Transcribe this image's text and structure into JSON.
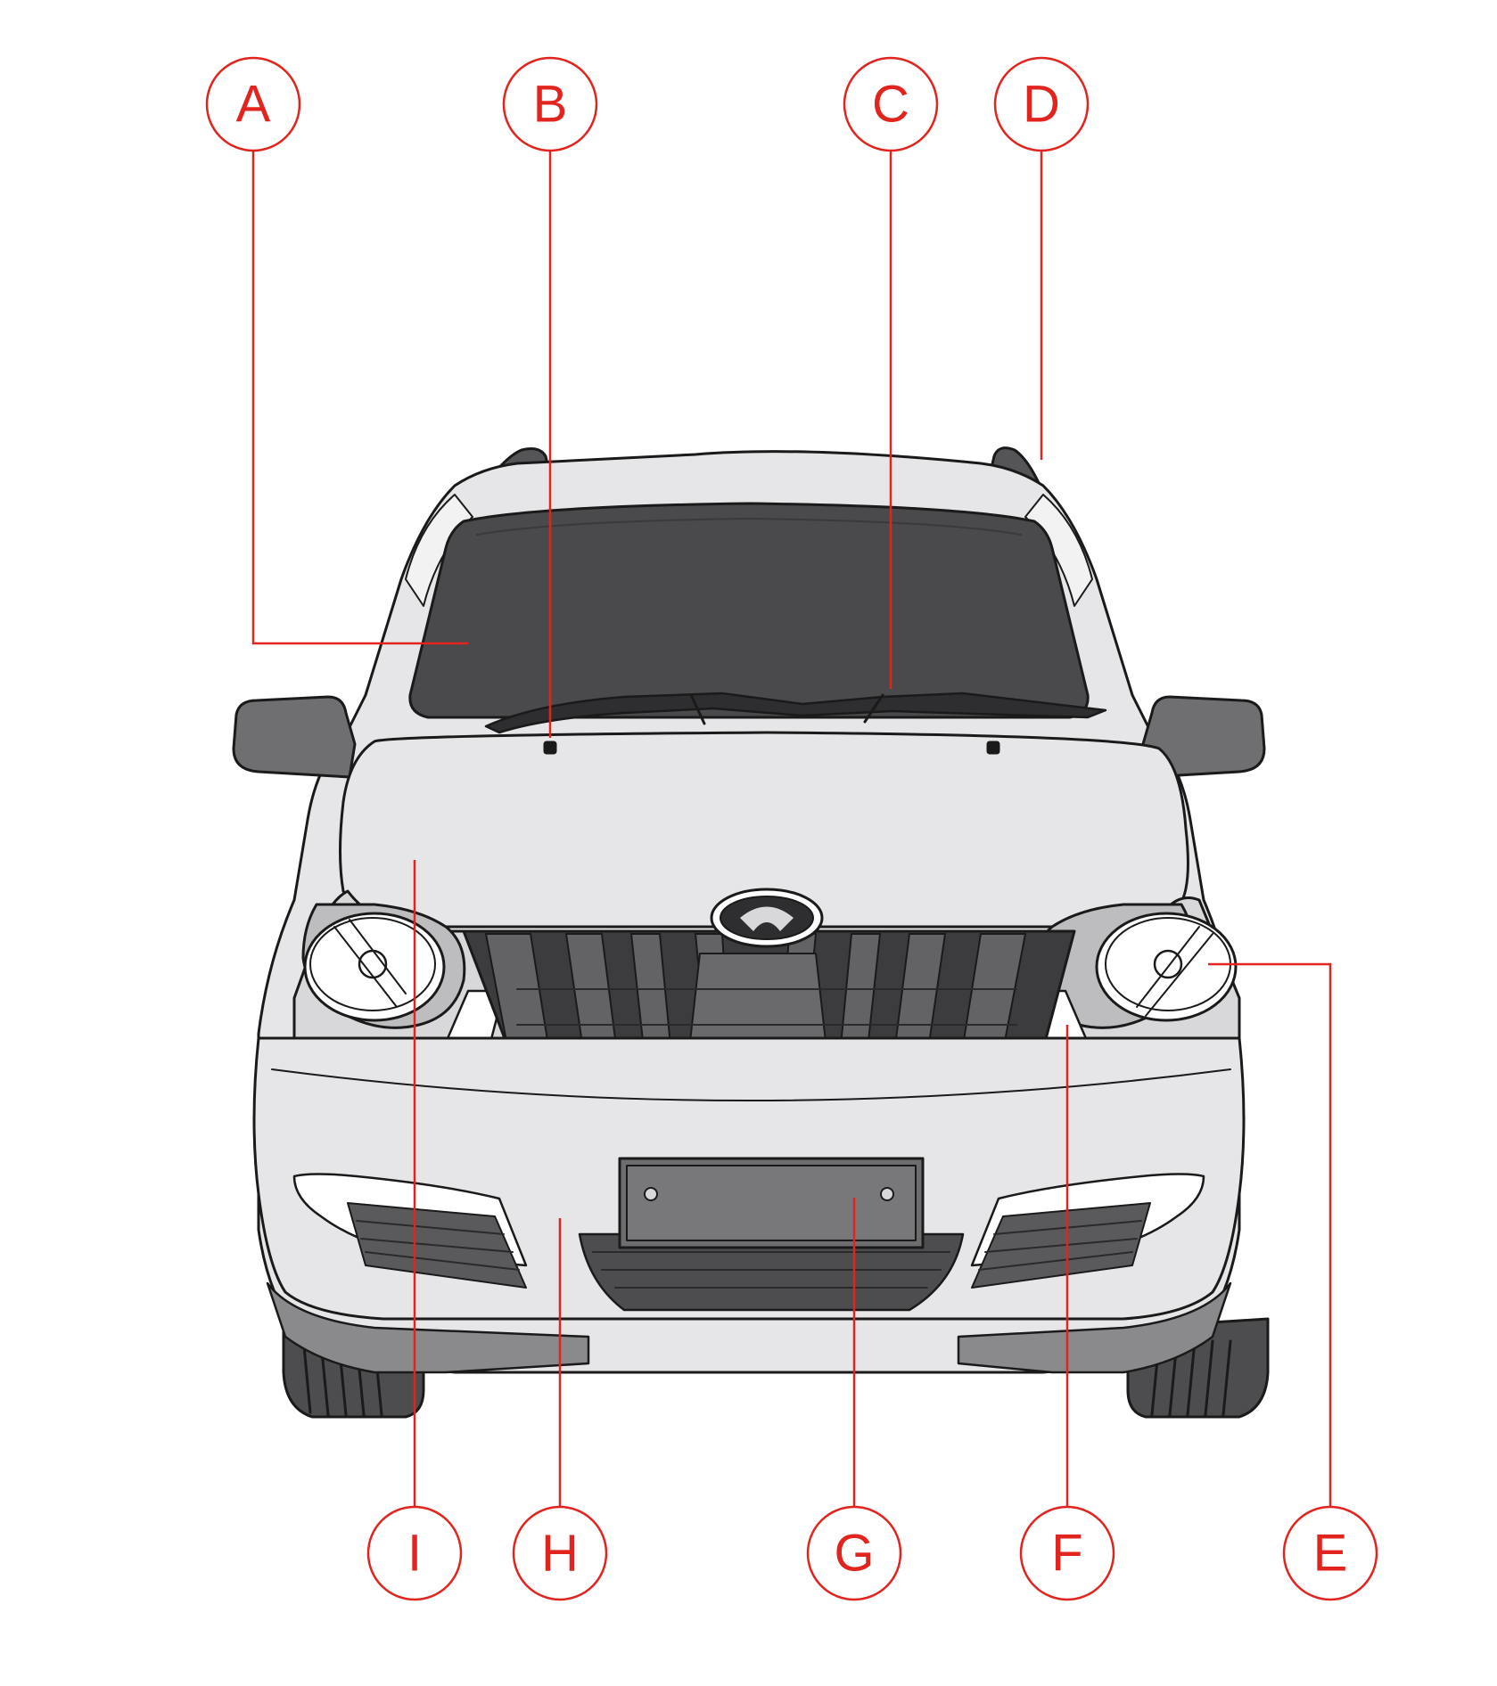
{
  "diagram": {
    "subject": "vehicle-front-view",
    "accent_color": "#e2241f",
    "outline_color": "#1a1a1a",
    "body_color": "#e6e6e8",
    "glass_color": "#4a4a4d",
    "callouts": [
      {
        "id": "a",
        "letter": "A",
        "part": "windscreen"
      },
      {
        "id": "b",
        "letter": "B",
        "part": "washer-nozzle"
      },
      {
        "id": "c",
        "letter": "C",
        "part": "wiper"
      },
      {
        "id": "d",
        "letter": "D",
        "part": "roof-rail"
      },
      {
        "id": "e",
        "letter": "E",
        "part": "headlamp"
      },
      {
        "id": "f",
        "letter": "F",
        "part": "turn-indicator"
      },
      {
        "id": "g",
        "letter": "G",
        "part": "number-plate"
      },
      {
        "id": "h",
        "letter": "H",
        "part": "front-bumper"
      },
      {
        "id": "i",
        "letter": "I",
        "part": "bonnet"
      }
    ]
  }
}
